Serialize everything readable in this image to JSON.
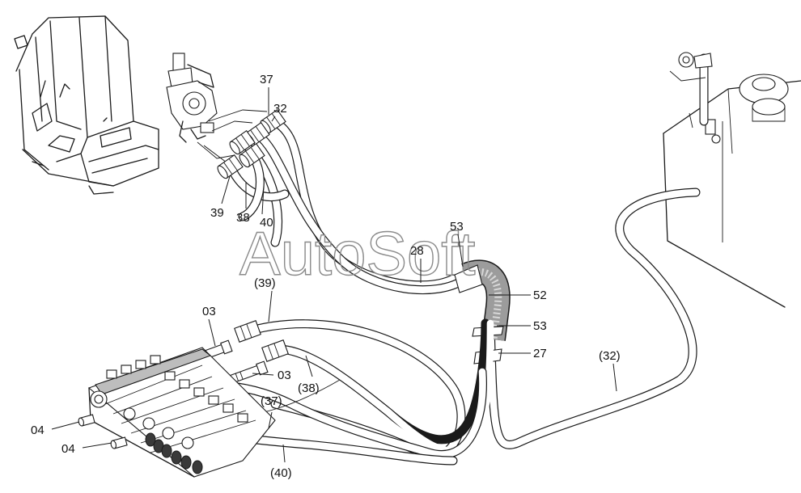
{
  "watermark": "AutoSoft",
  "labels": {
    "l37": "37",
    "l32": "32",
    "l39": "39",
    "l38": "38",
    "l40": "40",
    "l53a": "53",
    "l28": "28",
    "l39p": "(39)",
    "l52": "52",
    "l53b": "53",
    "l27": "27",
    "l03a": "03",
    "l03b": "03",
    "l38p": "(38)",
    "l37p": "(37)",
    "l32p": "(32)",
    "l04a": "04",
    "l04b": "04",
    "l40p": "(40)"
  },
  "colors": {
    "line": "#1a1a1a",
    "watermark": "#8a8a8a",
    "background": "#ffffff"
  }
}
